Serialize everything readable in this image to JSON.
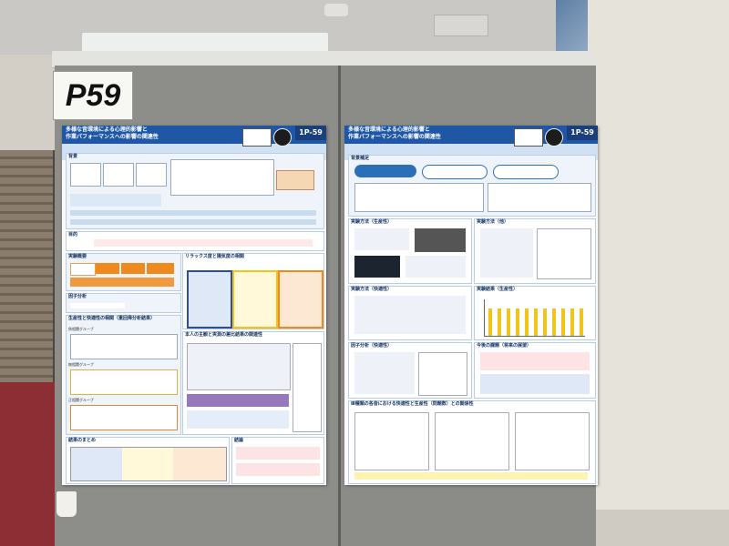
{
  "sign": {
    "number": "P59"
  },
  "poster_left": {
    "badge": "1P-59",
    "title_line1": "多様な音環境による心理的影響と",
    "title_line2": "作業パフォーマンスへの影響の関連性",
    "sections": {
      "background": "背景",
      "purpose": "目的",
      "experiment": "実験概要",
      "factor": "因子分析",
      "productivity": "生産性と快適性の相関（重回帰分析結果）",
      "relationship": "リラックス度と陽気度の相関",
      "self_eval": "本人の主観と実測の差比結果の関連性",
      "summary": "結果のまとめ",
      "conclusion": "結論"
    },
    "group_labels": [
      "負相関グループ",
      "無相関グループ",
      "正相関グループ"
    ]
  },
  "poster_right": {
    "badge": "1P-59",
    "title_line1": "多様な音環境による心理的影響と",
    "title_line2": "作業パフォーマンスへの影響の関連性",
    "sections": {
      "background": "背景補足",
      "method1": "実験方法（生産性）",
      "method2": "実験方法（快適性）",
      "method3": "実験方法（他）",
      "results": "実験結果（生産性）",
      "factor": "因子分析（快適性）",
      "future": "今後の課題（将来の展望）",
      "correlation": "Ⅲ種類の各音における快適性と生産性（問題数）との関係性"
    }
  },
  "colors": {
    "header_blue": "#1f56a6",
    "section_bg": "#eef4fa",
    "orange": "#f08a1c",
    "yellow": "#f0c419",
    "purple": "#6b3fa0"
  }
}
